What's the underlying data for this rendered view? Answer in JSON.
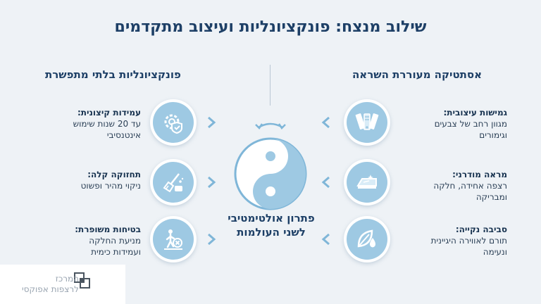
{
  "title": "שילוב מנצח: פונקציונליות ועיצוב מתקדמים",
  "left_column": {
    "heading": "פונקציונליות בלתי מתפשרת",
    "items": [
      {
        "title": "עמידות קיצונית:",
        "line1": "עד 20 שנות שימוש",
        "line2": "אינטנסיבי",
        "icon": "gear-shield-icon"
      },
      {
        "title": "תחזוקה קלה:",
        "line1": "ניקוי מהיר ופשוט",
        "line2": "",
        "icon": "broom-sponge-icon"
      },
      {
        "title": "בטיחות משופרת:",
        "line1": "מניעת החלקה",
        "line2": "ועמידות כימית",
        "icon": "safety-person-icon"
      }
    ]
  },
  "right_column": {
    "heading": "אסתטיקה מעוררת השראה",
    "items": [
      {
        "title": "גמישות עיצובית:",
        "line1": "מגוון רחב של צבעים",
        "line2": "וגימורים",
        "icon": "color-swatch-icon"
      },
      {
        "title": "מראה מודרני:",
        "line1": "רצפה אחידה, חלקה",
        "line2": "ומבריקה",
        "icon": "glossy-floor-icon"
      },
      {
        "title": "סביבה נקייה:",
        "line1": "תורם לאווירה היגיינית",
        "line2": "ונעימה",
        "icon": "leaf-drop-icon"
      }
    ]
  },
  "center": {
    "line1": "פתרון אולטימטיבי",
    "line2": "לשני העולמות",
    "icon": "yin-yang-icon"
  },
  "logo": {
    "line1": "המרכז",
    "line2": "לרצפות אפוקסי"
  },
  "colors": {
    "accent": "#1d3f66",
    "circle_fill": "#9ec9e3",
    "chevron": "#7fb6d8",
    "background": "#eef2f6"
  }
}
